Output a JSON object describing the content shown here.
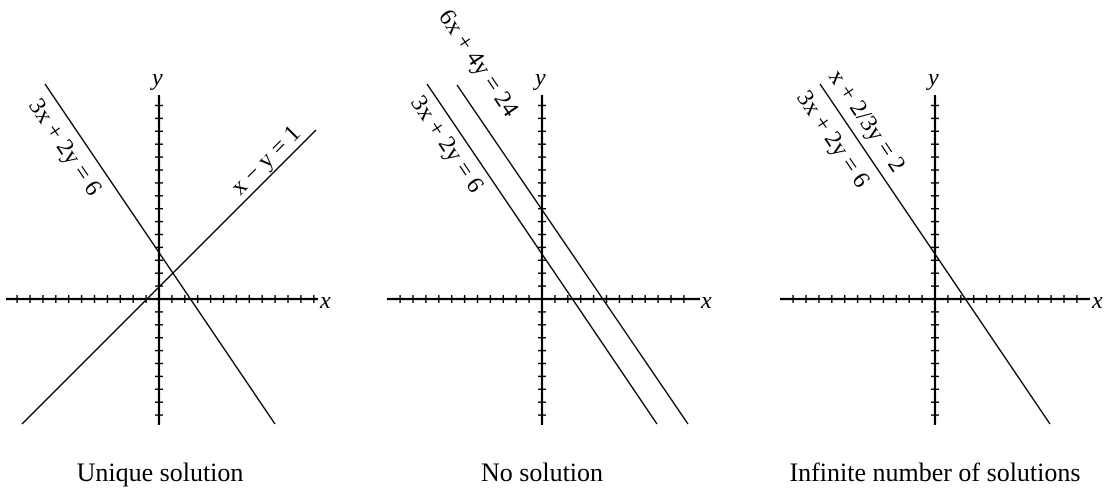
{
  "panels": [
    {
      "axis_x": "x",
      "axis_y": "y",
      "caption": "Unique solution",
      "lines": [
        {
          "label": "3x + 2y = 6"
        },
        {
          "label": "x − y = 1"
        }
      ]
    },
    {
      "axis_x": "x",
      "axis_y": "y",
      "caption": "No solution",
      "lines": [
        {
          "label": "6x + 4y = 24"
        },
        {
          "label": "3x + 2y = 6"
        }
      ]
    },
    {
      "axis_x": "x",
      "axis_y": "y",
      "caption": "Infinite number of solutions",
      "lines": [
        {
          "label": "x + 2/3y = 2"
        },
        {
          "label": "3x + 2y = 6"
        }
      ]
    }
  ]
}
